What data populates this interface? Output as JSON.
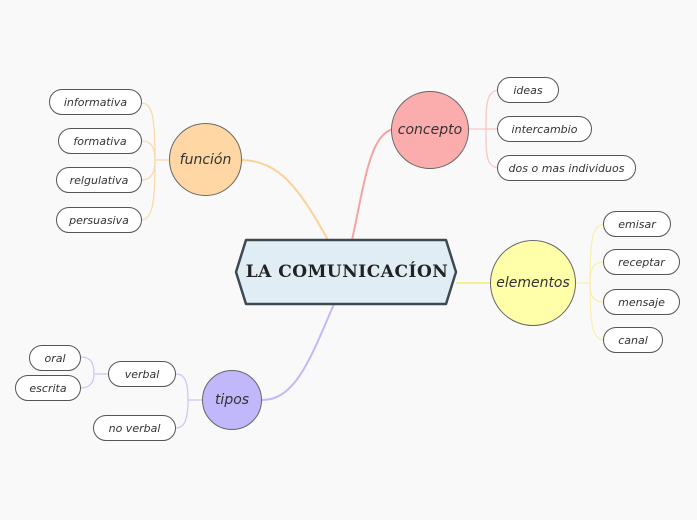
{
  "central_topic": "LA COMUNICACÍON",
  "branches": {
    "concepto": {
      "label": "concepto",
      "color": "#f9a7a7",
      "items": [
        "ideas",
        "intercambio",
        "dos o mas individuos"
      ]
    },
    "elementos": {
      "label": "elementos",
      "color": "#fefeaa",
      "items": [
        "emisar",
        "receptar",
        "mensaje",
        "canal"
      ]
    },
    "funcion": {
      "label": "función",
      "color": "#fdd7a4",
      "items": [
        "informativa",
        "formativa",
        "relgulativa",
        "persuasiva"
      ]
    },
    "tipos": {
      "label": "tipos",
      "color": "#c1b9fa",
      "verbal": {
        "label": "verbal",
        "items": [
          "oral",
          "escrita"
        ]
      },
      "no_verbal": "no verbal"
    }
  }
}
